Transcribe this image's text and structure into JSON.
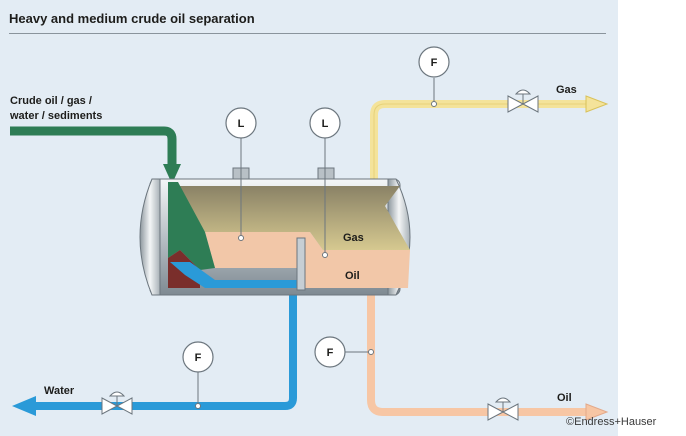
{
  "title": "Heavy and medium crude oil separation",
  "inlet_label_line1": "Crude oil / gas /",
  "inlet_label_line2": "water / sediments",
  "gas_outlet_label": "Gas",
  "oil_outlet_label": "Oil",
  "water_outlet_label": "Water",
  "vessel_gas_label": "Gas",
  "vessel_oil_label": "Oil",
  "level_instrument_symbol": "L",
  "flow_instrument_symbol": "F",
  "copyright": "©Endress+Hauser",
  "colors": {
    "crude_inlet": "#2e7d55",
    "gas_line": "#f4e39a",
    "oil_line": "#f7c6a4",
    "water_line": "#2a9ad8",
    "gas_zone": "#c9b98c",
    "oil_zone": "#f2c7a8",
    "sediment": "#7a2e2b"
  }
}
